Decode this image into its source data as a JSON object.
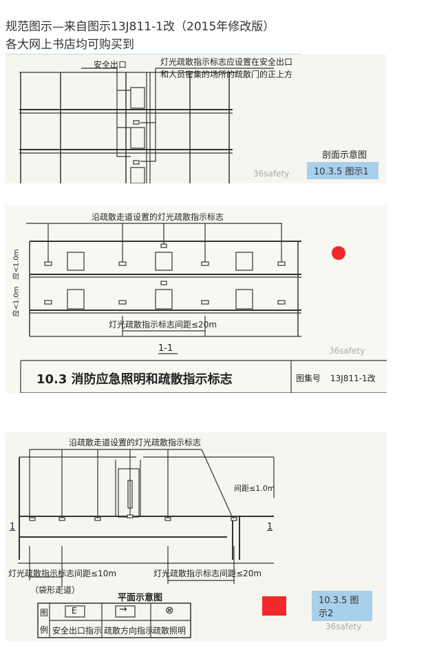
{
  "header": {
    "line1": "规范图示—来自图示13J811-1改（2015年修改版）",
    "line2": "各大网上书店均可购买到"
  },
  "figure1": {
    "exit_label": "安全出口",
    "note_line1": "灯光疏散指示标志应设置在安全出口",
    "note_line2": "和人员密集的场所的疏散门的正上方",
    "caption": "剖面示意图",
    "tag": "10.3.5 图示1",
    "watermark": "36safety"
  },
  "figure2": {
    "top_note": "沿疏散走道设置的灯光疏散指示标志",
    "height_label_1": "应<1.0m",
    "height_label_2": "应<1.0m",
    "spacing_note": "灯光疏散指示标志间距≤20m",
    "section_mark": "1-1",
    "title": "10.3 消防应急照明和疏散指示标志",
    "atlas_label": "图集号",
    "atlas_no": "13J811-1改",
    "watermark": "36safety",
    "marker_color": "#f02a2a"
  },
  "figure3": {
    "top_note": "沿疏散走道设置的灯光疏散指示标志",
    "spacing_1m": "间距≤1.0m",
    "section_left": "1",
    "section_right": "1",
    "spacing_10m": "灯光疏散指示标志间距≤10m",
    "dead_end": "（袋形走道）",
    "spacing_20m": "灯光疏散指示标志间距≤20m",
    "caption": "平面示意图",
    "legend": {
      "head_top": "图",
      "head_bottom": "例",
      "exit_symbol": "E",
      "direction_symbol": "→",
      "lighting_symbol": "⊗",
      "exit_label": "安全出口指示",
      "direction_label": "疏散方向指示",
      "lighting_label": "疏散照明"
    },
    "tag": "10.3.5 图示2",
    "watermark": "36safety",
    "marker_color": "#f02a2a"
  }
}
